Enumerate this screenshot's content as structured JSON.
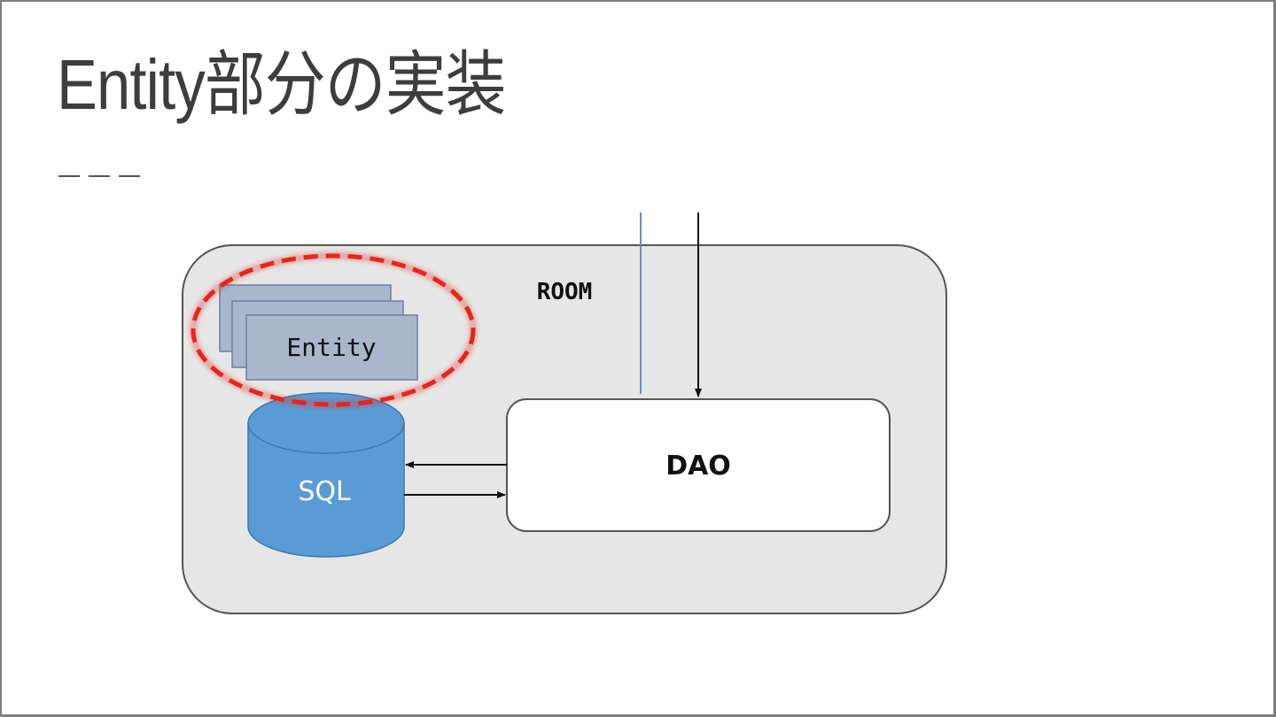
{
  "slide": {
    "title": "Entity部分の実装",
    "title_rule": "---"
  },
  "diagram": {
    "container_label": "ROOM",
    "entity_label": "Entity",
    "database_label": "SQL",
    "dao_label": "DAO",
    "highlight": "red dashed ellipse around Entity stack",
    "colors": {
      "container_fill": "#e6e6e6",
      "entity_fill": "#a9b6cc",
      "database_fill": "#5b9bd5",
      "dao_fill": "#ffffff",
      "highlight": "#e8241c",
      "incoming_line": "#6a8fc4"
    },
    "connections": [
      {
        "from": "outside",
        "to": "DAO",
        "style": "arrow"
      },
      {
        "from": "outside",
        "to": "DAO",
        "style": "plain-blue-line"
      },
      {
        "from": "DAO",
        "to": "SQL",
        "style": "arrow"
      },
      {
        "from": "SQL",
        "to": "DAO",
        "style": "arrow"
      }
    ]
  }
}
